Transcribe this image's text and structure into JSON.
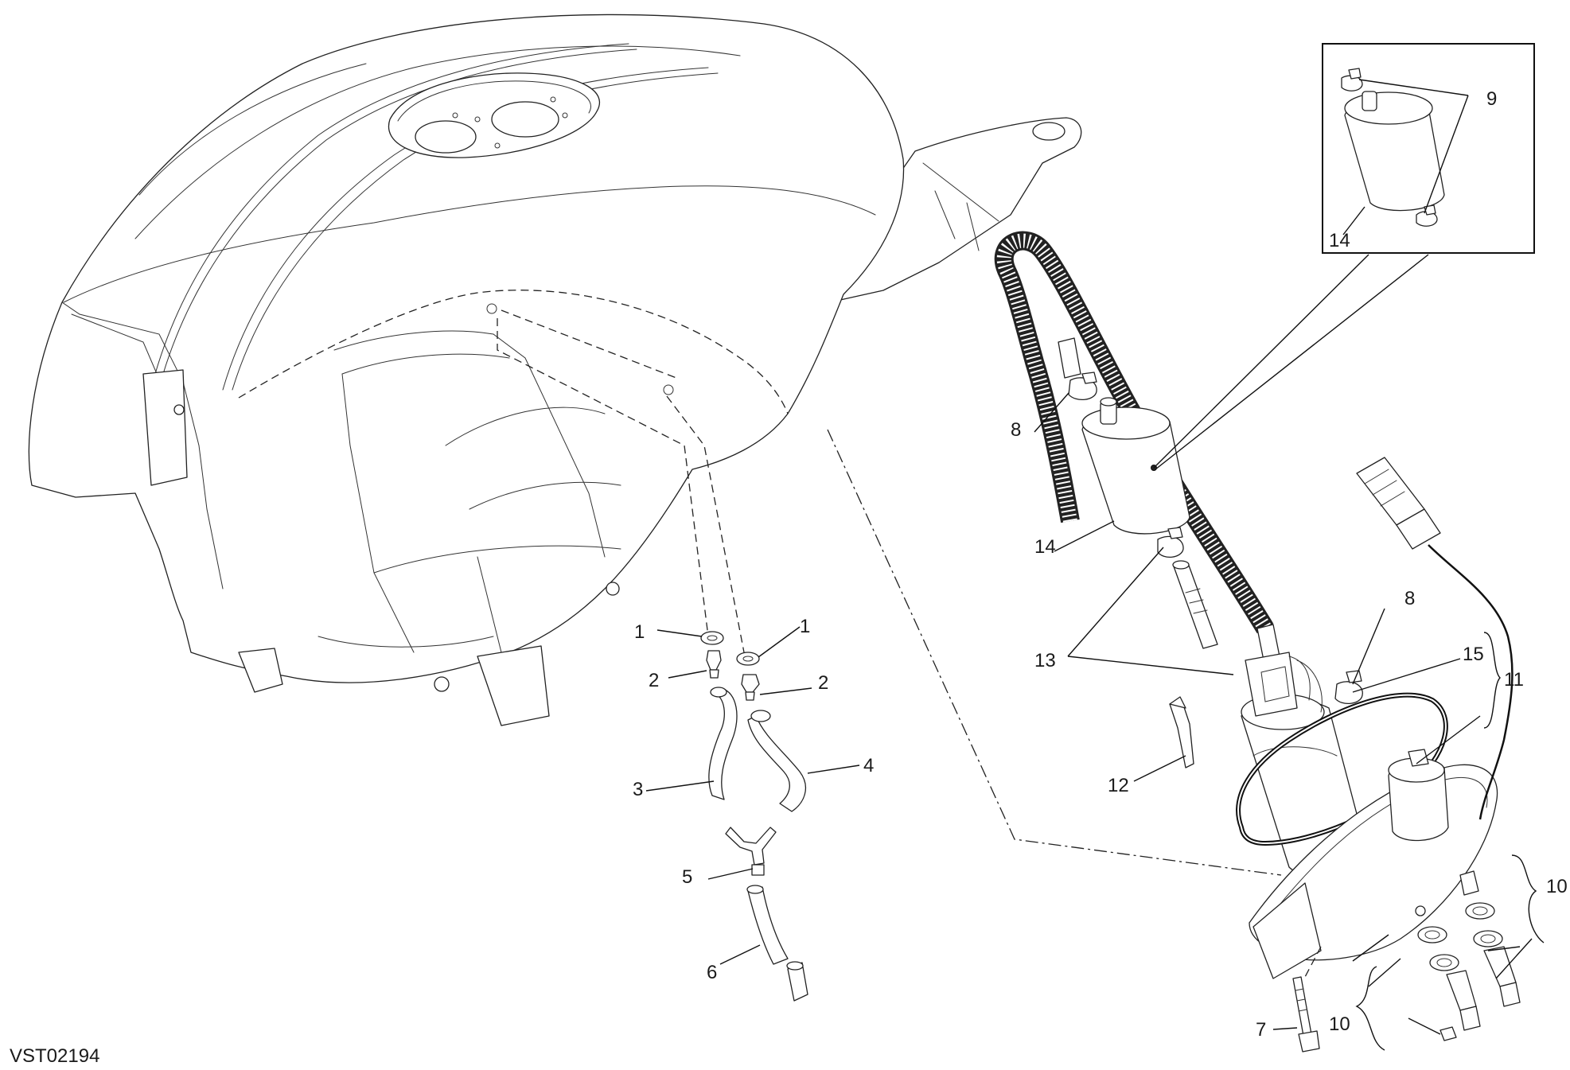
{
  "drawing_code": "VST02194",
  "callouts": [
    {
      "id": "c1a",
      "text": "1"
    },
    {
      "id": "c1b",
      "text": "1"
    },
    {
      "id": "c2a",
      "text": "2"
    },
    {
      "id": "c2b",
      "text": "2"
    },
    {
      "id": "c3",
      "text": "3"
    },
    {
      "id": "c4",
      "text": "4"
    },
    {
      "id": "c5",
      "text": "5"
    },
    {
      "id": "c6",
      "text": "6"
    },
    {
      "id": "c7",
      "text": "7"
    },
    {
      "id": "c8a",
      "text": "8"
    },
    {
      "id": "c8b",
      "text": "8"
    },
    {
      "id": "c9",
      "text": "9"
    },
    {
      "id": "c10a",
      "text": "10"
    },
    {
      "id": "c10b",
      "text": "10"
    },
    {
      "id": "c11",
      "text": "11"
    },
    {
      "id": "c12",
      "text": "12"
    },
    {
      "id": "c13",
      "text": "13"
    },
    {
      "id": "c14a",
      "text": "14"
    },
    {
      "id": "c14b",
      "text": "14"
    },
    {
      "id": "c15",
      "text": "15"
    }
  ]
}
